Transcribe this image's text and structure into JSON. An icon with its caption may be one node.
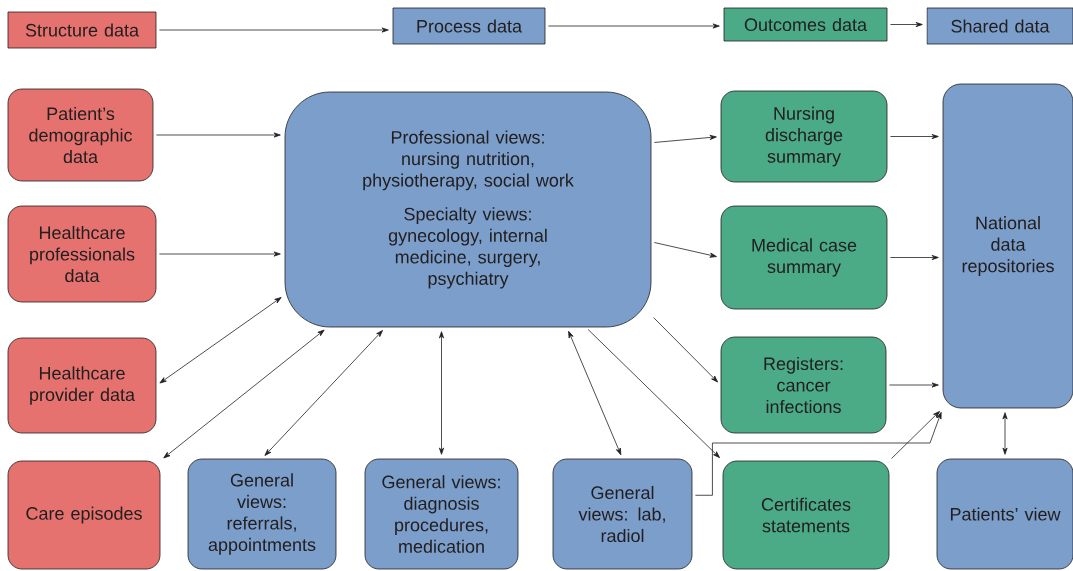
{
  "diagram": {
    "nodes": [
      {
        "text": [
          "Structure data"
        ]
      },
      {
        "text": [
          "Process data"
        ]
      },
      {
        "text": [
          "Outcomes data"
        ]
      },
      {
        "text": [
          "Shared data"
        ]
      },
      {
        "text": [
          "Patient’s demographic data"
        ]
      },
      {
        "text": [
          "Healthcare professionals data"
        ]
      },
      {
        "text": [
          "Healthcare provider data"
        ]
      },
      {
        "text": [
          "Care episodes"
        ]
      },
      {
        "text": [
          "Professional views: nursing nutrition, physiotherapy, social work",
          "Specialty views: gynecology, internal medicine, surgery, psychiatry"
        ]
      },
      {
        "text": [
          "Nursing discharge summary"
        ]
      },
      {
        "text": [
          "Medical case summary"
        ]
      },
      {
        "text": [
          "Registers: cancer infections"
        ]
      },
      {
        "text": [
          "National data repositories"
        ]
      },
      {
        "text": [
          "General views: referrals, appointments"
        ]
      },
      {
        "text": [
          "General views: diagnosis procedures, medication"
        ]
      },
      {
        "text": [
          "General views: lab, radiol"
        ]
      },
      {
        "text": [
          "Certificates statements"
        ]
      },
      {
        "text": [
          "Patients’ view"
        ]
      }
    ],
    "edges": [
      {
        "from": 0,
        "to": 1,
        "arrow": "to"
      },
      {
        "from": 1,
        "to": 2,
        "arrow": "to"
      },
      {
        "from": 2,
        "to": 3,
        "arrow": "to"
      },
      {
        "from": 4,
        "to": 8,
        "arrow": "to"
      },
      {
        "from": 5,
        "to": 8,
        "arrow": "to"
      },
      {
        "from": 6,
        "to": 8,
        "arrow": "both"
      },
      {
        "from": 7,
        "to": 8,
        "arrow": "both"
      },
      {
        "from": 13,
        "to": 8,
        "arrow": "both"
      },
      {
        "from": 14,
        "to": 8,
        "arrow": "both"
      },
      {
        "from": 15,
        "to": 8,
        "arrow": "both"
      },
      {
        "from": 8,
        "to": 9,
        "arrow": "to"
      },
      {
        "from": 8,
        "to": 10,
        "arrow": "to"
      },
      {
        "from": 8,
        "to": 11,
        "arrow": "to"
      },
      {
        "from": 8,
        "to": 16,
        "arrow": "to"
      },
      {
        "from": 9,
        "to": 12,
        "arrow": "to"
      },
      {
        "from": 10,
        "to": 12,
        "arrow": "to"
      },
      {
        "from": 11,
        "to": 12,
        "arrow": "to"
      },
      {
        "from": 15,
        "to": 12,
        "arrow": "to"
      },
      {
        "from": 16,
        "to": 12,
        "arrow": "to"
      },
      {
        "from": 12,
        "to": 17,
        "arrow": "both"
      }
    ]
  }
}
